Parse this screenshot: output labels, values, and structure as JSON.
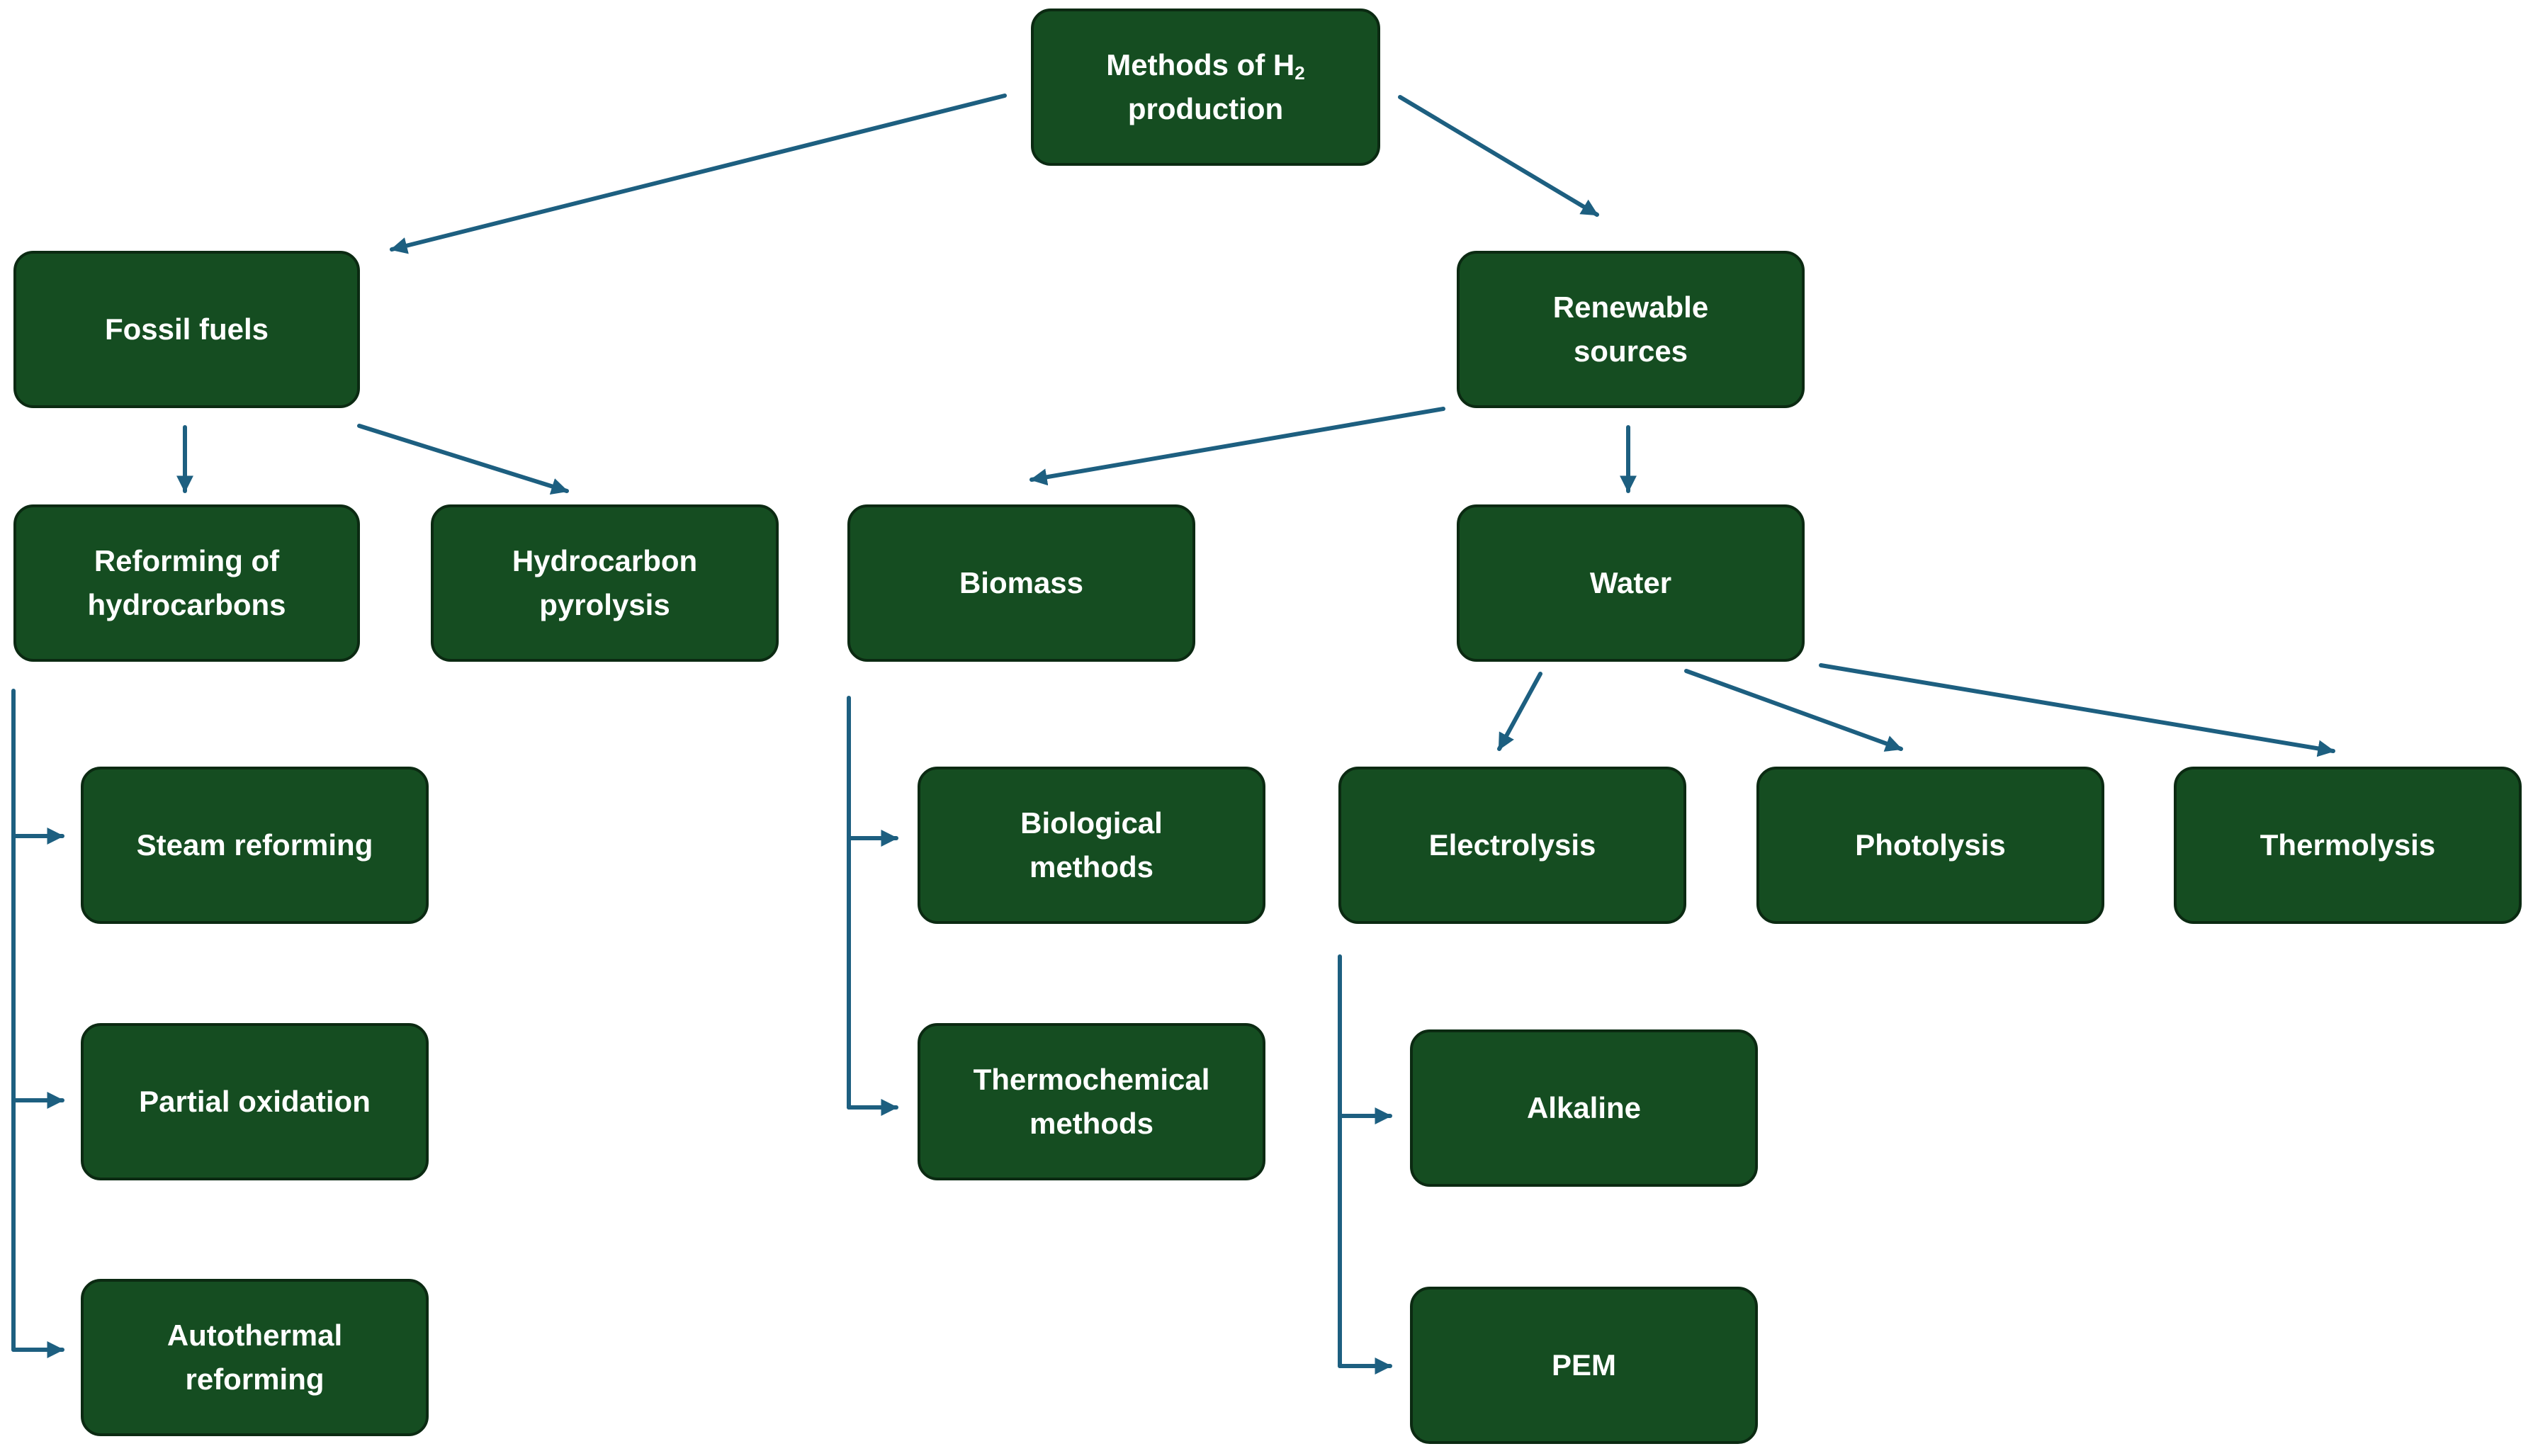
{
  "diagram": {
    "root": {
      "line1_prefix": "Methods of H",
      "line1_sub": "2",
      "line2": "production"
    },
    "nodes": {
      "fossil": "Fossil fuels",
      "renewable": "Renewable sources",
      "reforming": "Reforming of hydrocarbons",
      "pyrolysis": "Hydrocarbon pyrolysis",
      "biomass": "Biomass",
      "water": "Water",
      "steam": "Steam reforming",
      "partial": "Partial oxidation",
      "autothermal": "Autothermal reforming",
      "biological": "Biological methods",
      "thermochemical": "Thermochemical methods",
      "electrolysis": "Electrolysis",
      "photolysis": "Photolysis",
      "thermolysis": "Thermolysis",
      "alkaline": "Alkaline",
      "pem": "PEM"
    }
  },
  "colors": {
    "box_fill": "#154d21",
    "box_border": "#0b2a12",
    "arrow": "#1d5f80",
    "text": "#ffffff"
  }
}
